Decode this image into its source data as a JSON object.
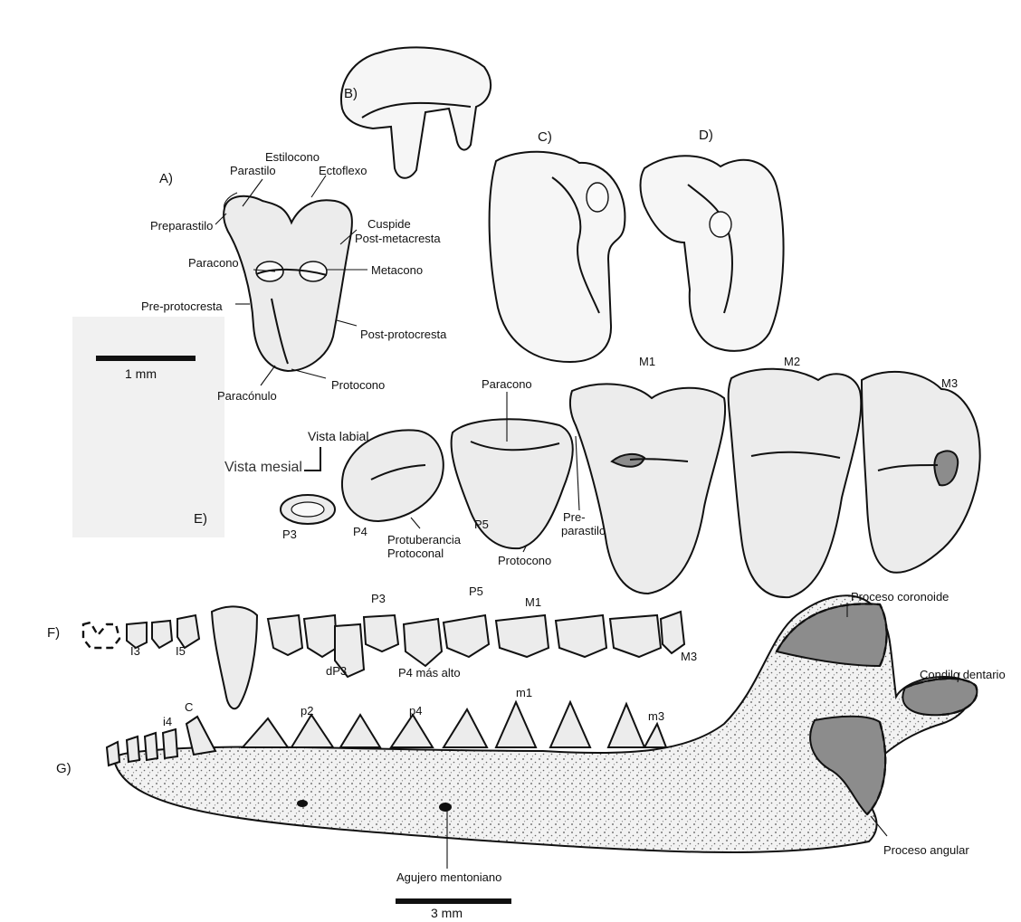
{
  "panels": {
    "a": "A)",
    "b": "B)",
    "c": "C)",
    "d": "D)",
    "e": "E)",
    "f": "F)",
    "g": "G)"
  },
  "panel_a_labels": {
    "parastilo": "Parastilo",
    "estilocono": "Estilocono",
    "ectoflexo": "Ectoflexo",
    "preparastilo": "Preparastilo",
    "cuspide": "Cuspide",
    "post_metacresta": "Post-metacresta",
    "paracono": "Paracono",
    "metacono": "Metacono",
    "pre_protocresta": "Pre-protocresta",
    "post_protocresta": "Post-protocresta",
    "protocono": "Protocono",
    "paraconulo": "Paracónulo"
  },
  "scale_bars": {
    "small": "1 mm",
    "large": "3 mm"
  },
  "panel_e_labels": {
    "vista_labial": "Vista labial",
    "vista_mesial": "Vista mesial",
    "paracono": "Paracono",
    "m1": "M1",
    "m2": "M2",
    "m3": "M3",
    "p3": "P3",
    "p4": "P4",
    "p5": "P5",
    "protuberancia": "Protuberancia",
    "protoconal": "Protoconal",
    "protocono": "Protocono",
    "pre": "Pre-",
    "parastilo": "parastilo"
  },
  "panel_f_labels": {
    "i3": "I3",
    "i5": "I5",
    "dp3": "dP3",
    "p3": "P3",
    "p4_mas_alto": "P4 más alto",
    "p5": "P5",
    "m1": "M1",
    "m3": "M3",
    "proceso_coronoide": "Proceso coronoide"
  },
  "panel_g_labels": {
    "i4": "i4",
    "c": "C",
    "p2": "p2",
    "p4": "p4",
    "m1": "m1",
    "m3": "m3",
    "condilo_dentario": "Condilo dentario",
    "agujero_mentoniano": "Agujero mentoniano",
    "proceso_angular": "Proceso angular"
  }
}
